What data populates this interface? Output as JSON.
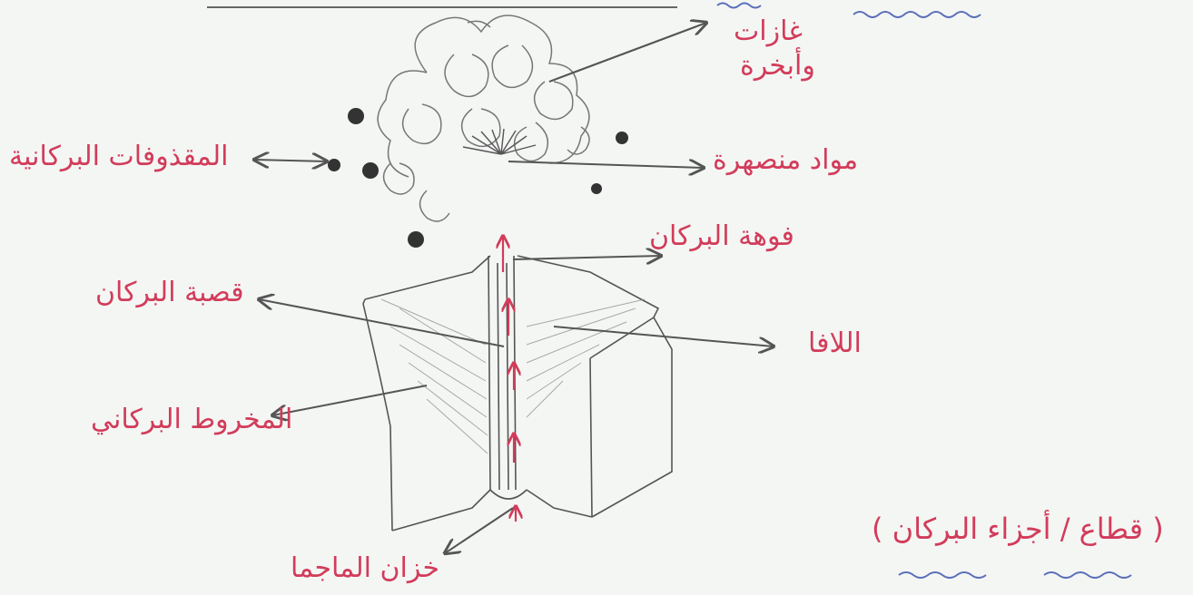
{
  "diagram": {
    "caption": "( قطاع / أجزاء البركان )",
    "labels": {
      "gases": "غازات",
      "vapors": "وأبخرة",
      "volcanic_bombs": "المقذوفات البركانية",
      "melted_materials": "مواد منصهرة",
      "crater": "فوهة البركان",
      "vent": "قصبة البركان",
      "lava": "اللافا",
      "volcanic_cone": "المخروط البركاني",
      "magma_chamber": "خزان الماجما"
    },
    "colors": {
      "label": "#d23c5a",
      "pencil": "#555555",
      "background": "#f4f6f4",
      "wavy_underline": "#5a6fb8"
    }
  }
}
